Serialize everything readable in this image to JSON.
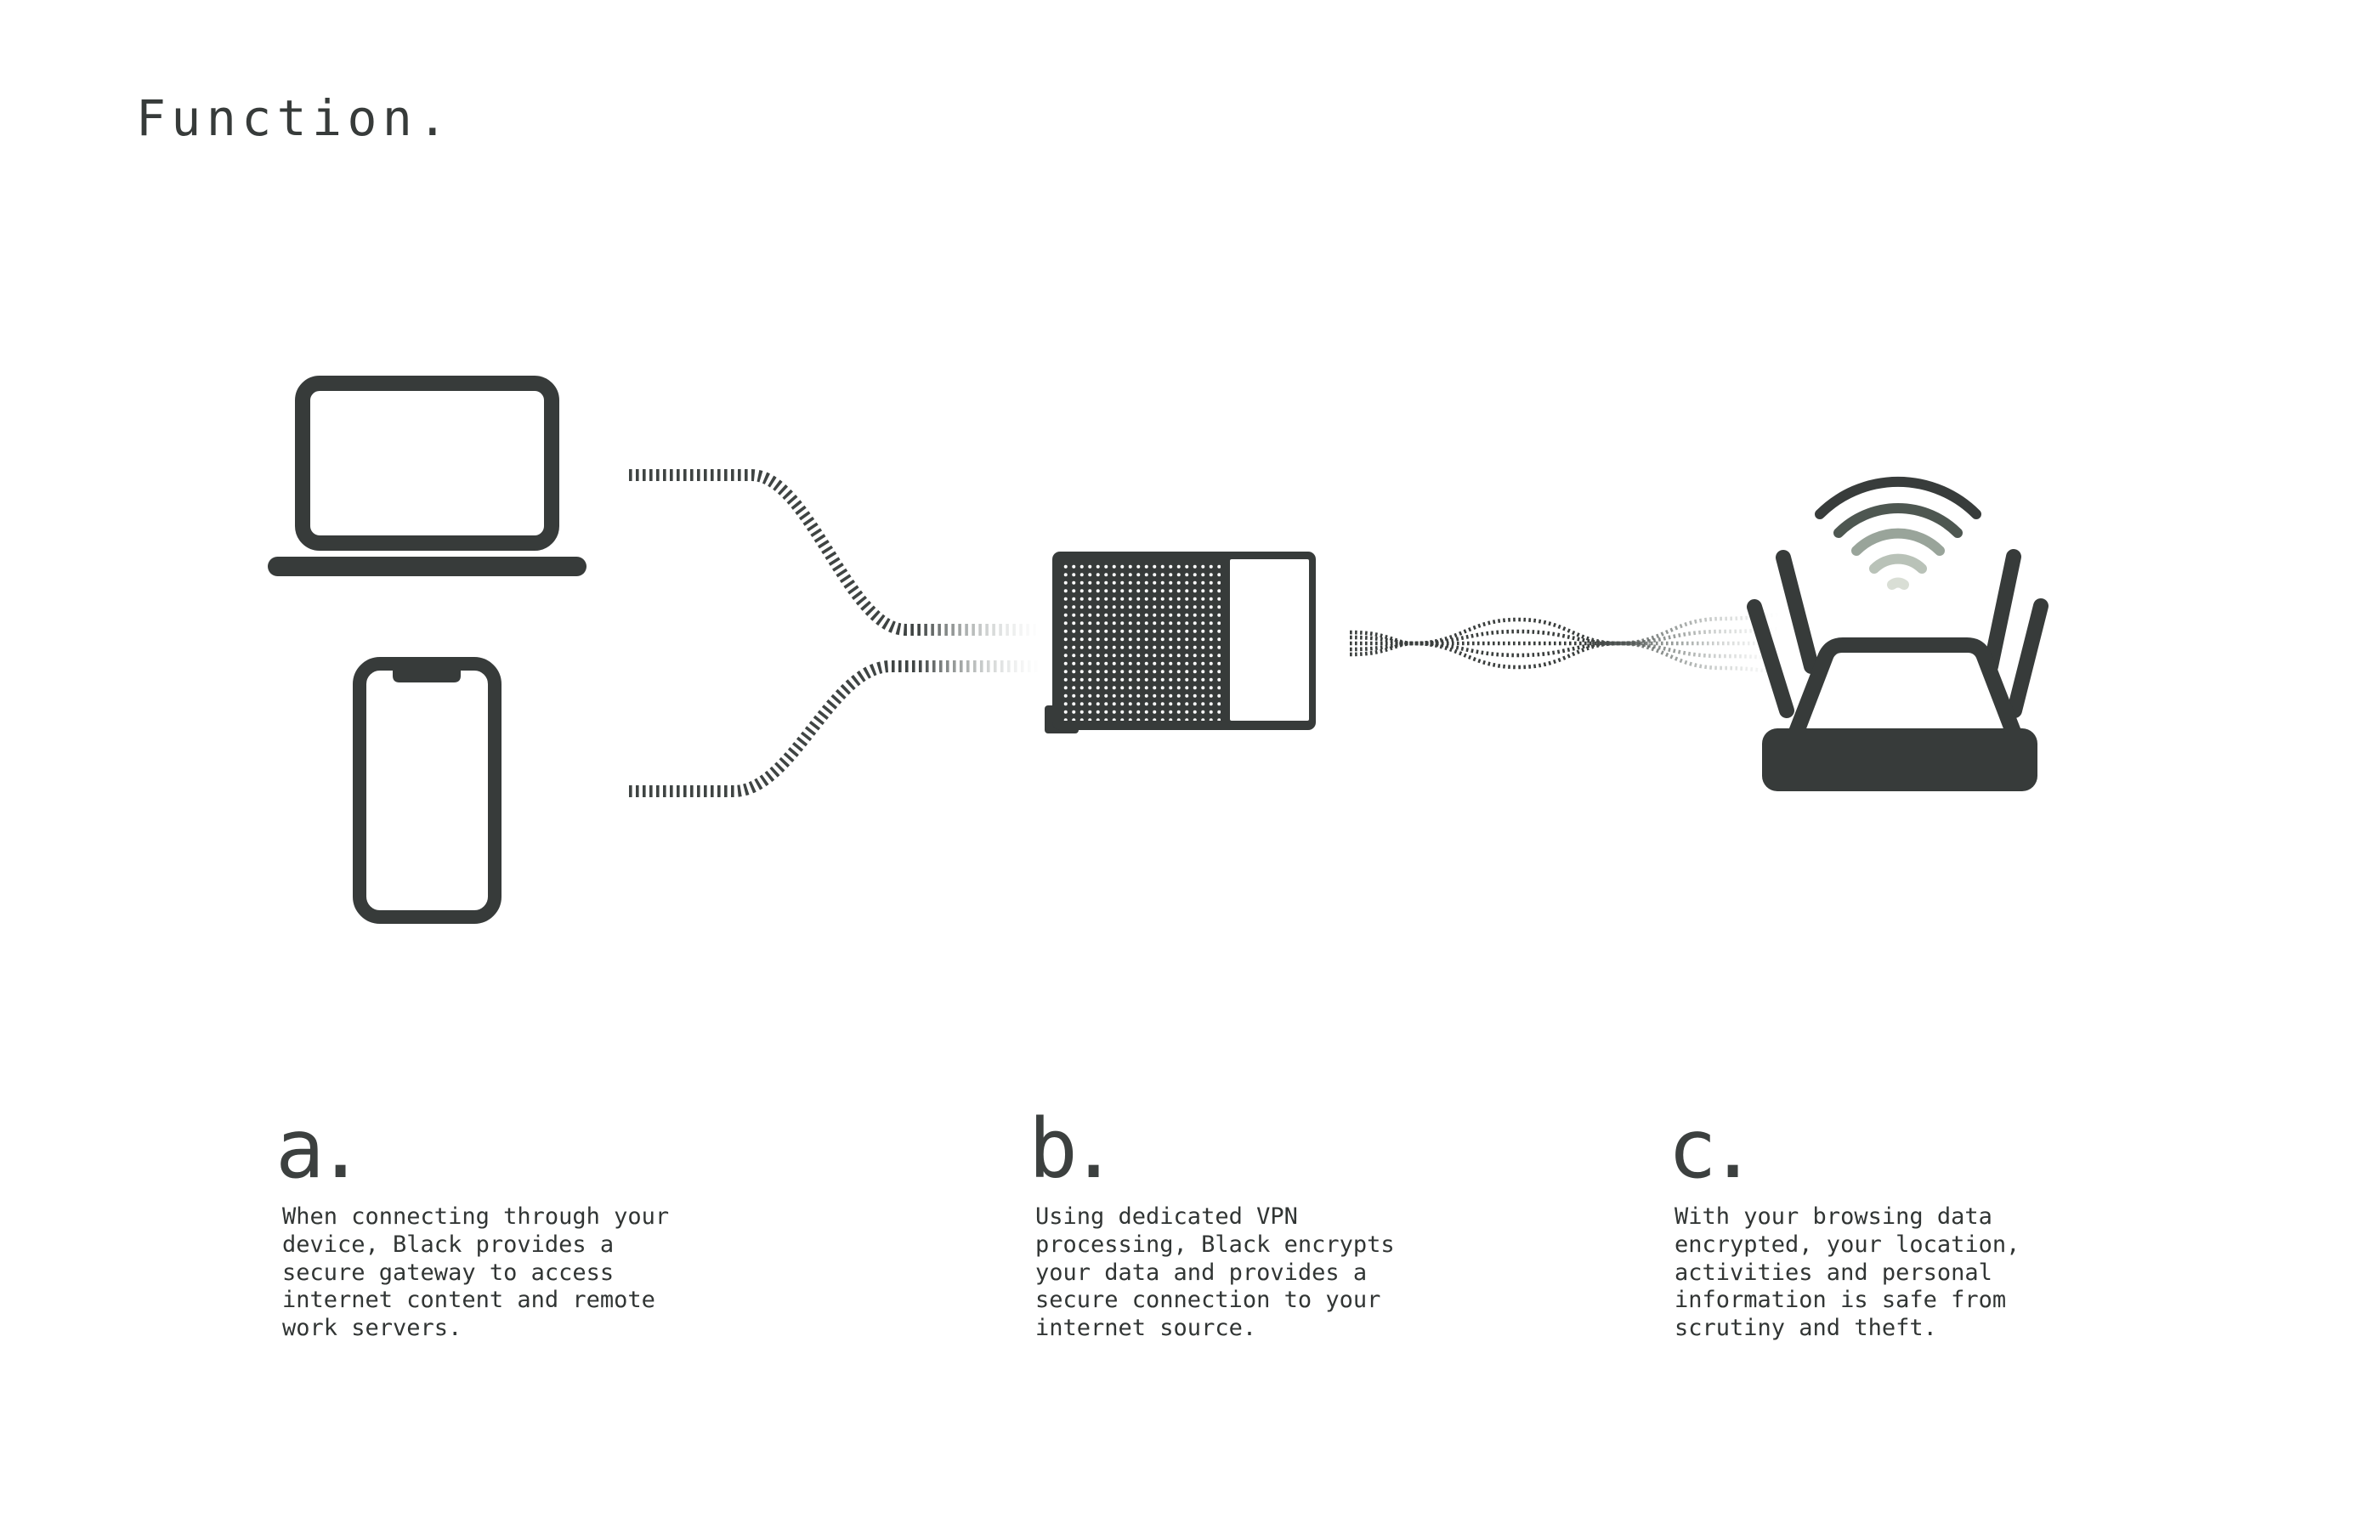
{
  "title": "Function.",
  "colors": {
    "background": "#ffffff",
    "dark": "#373b3a",
    "device_dot": "#ffffff",
    "wifi_arc_1": "#383c3b",
    "wifi_arc_2": "#4e5751",
    "wifi_arc_3": "#99a49a",
    "wifi_arc_4": "#b9c2b8",
    "wifi_arc_5": "#d9ded5"
  },
  "icons": {
    "laptop": "laptop-icon",
    "smartphone": "smartphone-icon",
    "vpn_device": "vpn-device-icon",
    "router": "wifi-router-icon",
    "wifi": "wifi-signal-icon"
  },
  "sections": [
    {
      "label": "a.",
      "lines": [
        "When connecting through your",
        "device, Black provides a",
        "secure gateway to access",
        "internet content and remote",
        "work servers."
      ]
    },
    {
      "label": "b.",
      "lines": [
        "Using dedicated VPN",
        "processing, Black encrypts",
        "your data and provides a",
        "secure connection to your",
        "internet source."
      ]
    },
    {
      "label": "c.",
      "lines": [
        "With your browsing data",
        "encrypted, your location,",
        "activities and personal",
        "information is safe from",
        "scrutiny and theft."
      ]
    }
  ]
}
